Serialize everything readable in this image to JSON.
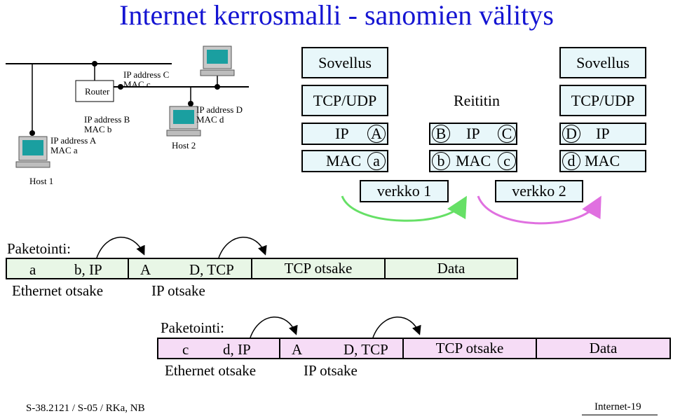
{
  "title": "Internet kerrosmalli - sanomien välitys",
  "topology": {
    "router_label": "Router",
    "router_ip": "IP address C",
    "router_mac": "MAC c",
    "router_ip_b": "IP address B",
    "router_mac_b": "MAC b",
    "host1_ip": "IP address A",
    "host1_mac": "MAC a",
    "host1_label": "Host 1",
    "host2_ip": "IP address D",
    "host2_mac": "MAC d",
    "host2_label": "Host 2"
  },
  "stack": {
    "left": {
      "app": "Sovellus",
      "transport": "TCP/UDP",
      "ip": "IP",
      "mac": "MAC",
      "ip_addr": "A",
      "mac_addr": "a"
    },
    "router": {
      "label": "Reititin",
      "ip": "IP",
      "mac": "MAC",
      "ip_left": "B",
      "ip_right": "C",
      "mac_left": "b",
      "mac_right": "c"
    },
    "right": {
      "app": "Sovellus",
      "transport": "TCP/UDP",
      "ip": "IP",
      "mac": "MAC",
      "ip_addr": "D",
      "mac_addr": "d"
    },
    "net1": "verkko 1",
    "net2": "verkko 2"
  },
  "packet1": {
    "heading": "Paketointi:",
    "eth_src": "a",
    "eth_dst": "b, IP",
    "ip_src": "A",
    "ip_dst": "D, TCP",
    "tcp": "TCP otsake",
    "data": "Data",
    "eth_label": "Ethernet otsake",
    "ip_label": "IP otsake"
  },
  "packet2": {
    "heading": "Paketointi:",
    "eth_src": "c",
    "eth_dst": "d, IP",
    "ip_src": "A",
    "ip_dst": "D, TCP",
    "tcp": "TCP otsake",
    "data": "Data",
    "eth_label": "Ethernet otsake",
    "ip_label": "IP otsake"
  },
  "footer": {
    "left": "S-38.2121 / S-05 / RKa, NB",
    "right": "Internet-19"
  },
  "colors": {
    "title": "#1414d2",
    "layer_fill": "#e8f7fa",
    "packet1_fill": "#e8f6e6",
    "packet2_fill": "#f6dcf6",
    "net1_arrow": "#66e066",
    "net2_arrow": "#e070e0"
  }
}
